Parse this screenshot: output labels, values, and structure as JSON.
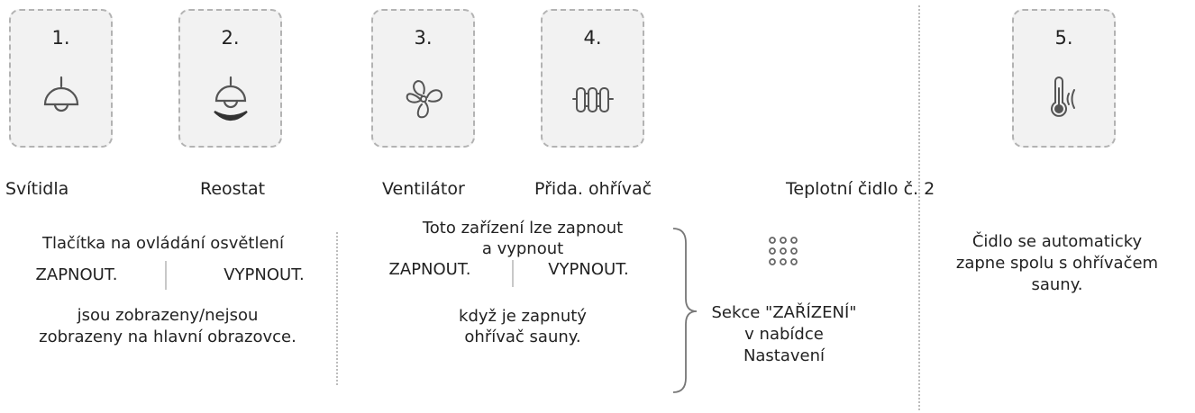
{
  "devices": [
    {
      "number": "1.",
      "icon": "ceiling-lamp-icon",
      "label": "Svítidla"
    },
    {
      "number": "2.",
      "icon": "dimmer-lamp-icon",
      "label": "Reostat"
    },
    {
      "number": "3.",
      "icon": "fan-icon",
      "label": "Ventilátor"
    },
    {
      "number": "4.",
      "icon": "heater-icon",
      "label": "Přida. ohřívač"
    },
    {
      "number": "5.",
      "icon": "temperature-sensor-icon",
      "label": "Teplotní čidlo č. 2"
    }
  ],
  "lighting_note": {
    "line1": "Tlačítka na ovládání osvětlení",
    "on": "ZAPNOUT.",
    "off": "VYPNOUT.",
    "line2": "jsou zobrazeny/nejsou",
    "line3": "zobrazeny na hlavní obrazovce."
  },
  "device_note": {
    "line1": "Toto zařízení lze zapnout",
    "line2": "a vypnout",
    "on": "ZAPNOUT.",
    "off": "VYPNOUT.",
    "line3": "když je zapnutý",
    "line4": "ohřívač sauny."
  },
  "settings_section": {
    "icon": "grid-menu-icon",
    "line1": "Sekce \"ZAŘÍZENÍ\"",
    "line2": "v nabídce",
    "line3": "Nastavení"
  },
  "sensor_note": {
    "line1": "Čidlo se automaticky",
    "line2": "zapne spolu s ohřívačem",
    "line3": "sauny."
  }
}
